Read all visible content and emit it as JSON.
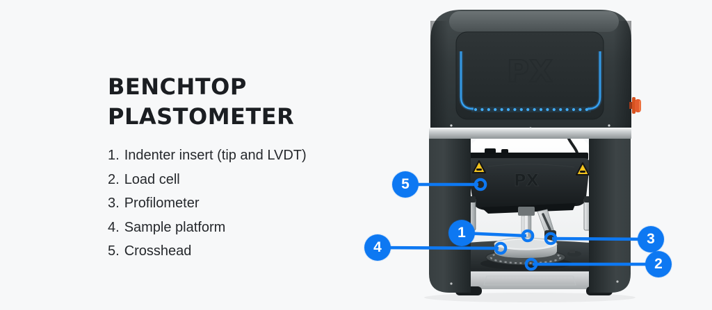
{
  "product": {
    "title": "BENCHTOP PLASTOMETER",
    "parts": [
      {
        "num": "1.",
        "label": "Indenter insert (tip and LVDT)"
      },
      {
        "num": "2.",
        "label": "Load cell"
      },
      {
        "num": "3.",
        "label": "Profilometer"
      },
      {
        "num": "4.",
        "label": "Sample platform"
      },
      {
        "num": "5.",
        "label": "Crosshead"
      }
    ]
  },
  "callouts": [
    {
      "number": "1",
      "target": "Indenter insert (tip and LVDT)"
    },
    {
      "number": "2",
      "target": "Load cell"
    },
    {
      "number": "3",
      "target": "Profilometer"
    },
    {
      "number": "4",
      "target": "Sample platform"
    },
    {
      "number": "5",
      "target": "Crosshead"
    }
  ],
  "machine": {
    "logo_text": "PX",
    "colors": {
      "accent_blue": "#0d78f2",
      "led_blue": "#35a1f2",
      "body_dark": "#343b3d",
      "warning_yellow": "#f3c41d",
      "estop_orange": "#e45c2e",
      "background": "#f7f8f9"
    }
  }
}
